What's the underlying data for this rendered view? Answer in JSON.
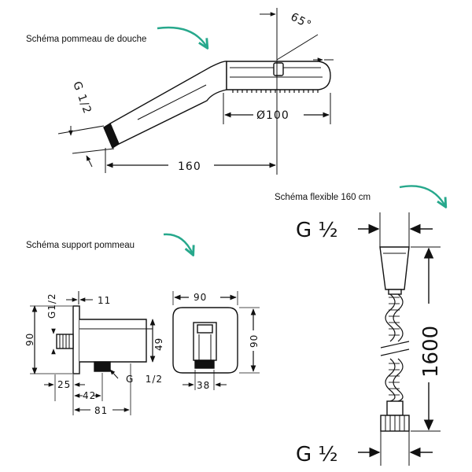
{
  "captions": {
    "shower_head": "Schéma pommeau de douche",
    "hose": "Schéma flexible 160 cm",
    "support": "Schéma support pommeau"
  },
  "shower_head": {
    "angle": "65°",
    "diameter": "Ø100",
    "length": "160",
    "thread": "G 1/2"
  },
  "support": {
    "thread_side": "G1/2",
    "dim_11": "11",
    "dim_90_left": "90",
    "dim_49": "49",
    "dim_25": "25",
    "dim_42": "42",
    "dim_81": "81",
    "thread_bottom": "G   1/2",
    "front_width": "90",
    "front_height": "90",
    "front_38": "38"
  },
  "hose": {
    "thread_top": "G ½",
    "thread_bottom": "G ½",
    "length": "1600"
  },
  "colors": {
    "accent_arrow": "#27a88c",
    "ink": "#111111"
  }
}
